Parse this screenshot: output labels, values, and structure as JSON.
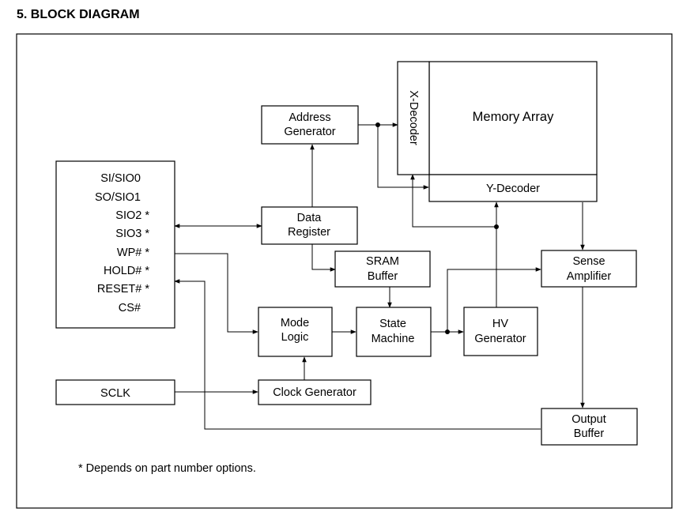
{
  "heading": "5. BLOCK DIAGRAM",
  "pins": [
    "SI/SIO0",
    "SO/SIO1",
    "SIO2 *",
    "SIO3 *",
    "WP# *",
    "HOLD# *",
    "RESET# *",
    "CS#"
  ],
  "blocks": {
    "address_generator": [
      "Address",
      "Generator"
    ],
    "memory_array": [
      "Memory Array"
    ],
    "x_decoder": [
      "X-Decoder"
    ],
    "y_decoder": [
      "Y-Decoder"
    ],
    "data_register": [
      "Data",
      "Register"
    ],
    "sram_buffer": [
      "SRAM",
      "Buffer"
    ],
    "sense_amplifier": [
      "Sense",
      "Amplifier"
    ],
    "mode_logic": [
      "Mode",
      "Logic"
    ],
    "state_machine": [
      "State",
      "Machine"
    ],
    "hv_generator": [
      "HV",
      "Generator"
    ],
    "sclk": [
      "SCLK"
    ],
    "clock_generator": [
      "Clock Generator"
    ],
    "output_buffer": [
      "Output",
      "Buffer"
    ]
  },
  "footnote": "* Depends on part number options."
}
